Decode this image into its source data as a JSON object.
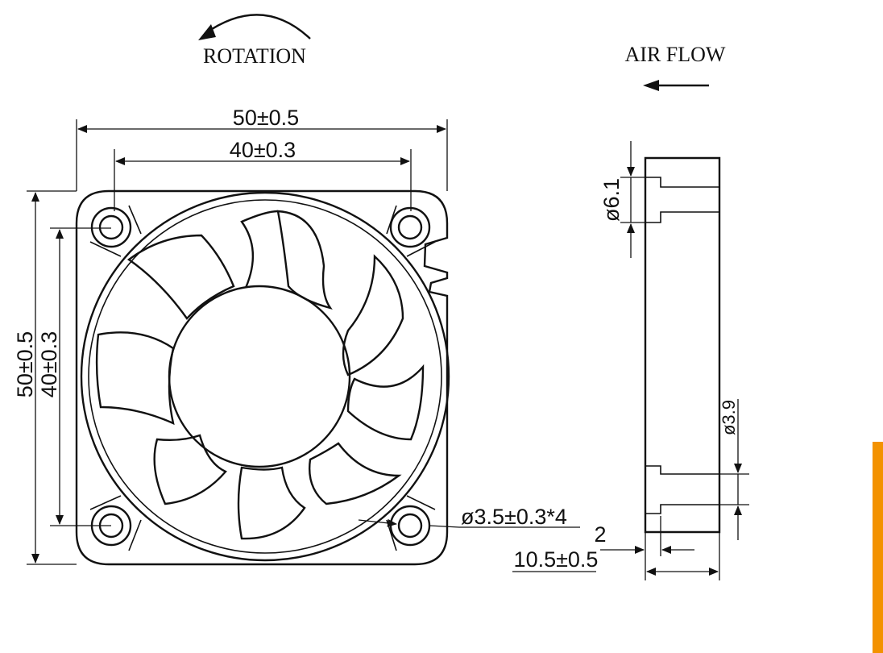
{
  "labels": {
    "rotation": "ROTATION",
    "air_flow": "AIR FLOW",
    "width_outer": "50±0.5",
    "width_holes": "40±0.3",
    "height_outer": "50±0.5",
    "height_holes": "40±0.3",
    "hole_spec": "ø3.5±0.3*4",
    "side_dia_top": "ø6.1",
    "side_dia_bottom": "ø3.9",
    "side_gap": "2",
    "side_thickness": "10.5±0.5"
  },
  "colors": {
    "line": "#111111",
    "accent": "#F39200",
    "background": "#FFFFFF"
  },
  "icons": {
    "rotation_arrow": "curved-arrow-left-icon",
    "airflow_arrow": "arrow-left-icon"
  }
}
